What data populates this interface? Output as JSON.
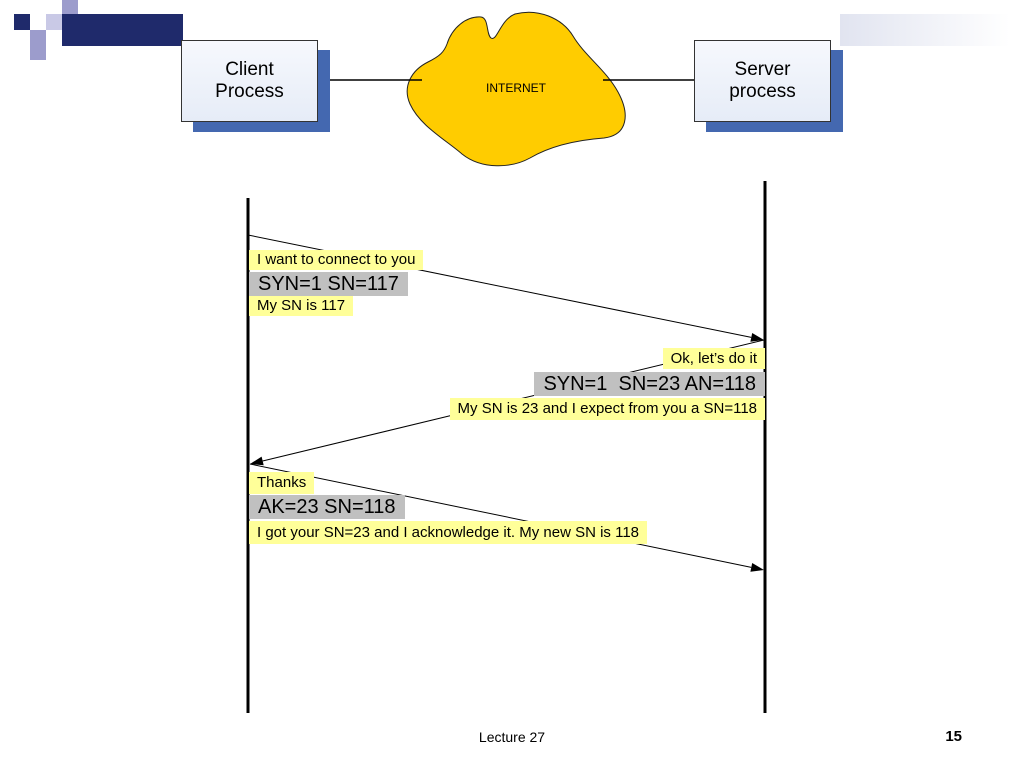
{
  "slide": {
    "footer_text": "Lecture 27",
    "page_number": "15"
  },
  "network": {
    "client": {
      "lines": [
        "Client",
        "Process"
      ]
    },
    "internet_label": "INTERNET",
    "server": {
      "lines": [
        "Server",
        "process"
      ]
    }
  },
  "handshake": {
    "messages": [
      {
        "intent": "I want to connect to you",
        "fields": "SYN=1 SN=117",
        "explanation": "My SN is 117"
      },
      {
        "intent": "Ok, let’s do it",
        "fields": "SYN=1  SN=23 AN=118",
        "explanation": "My SN is 23 and I expect from you a SN=118"
      },
      {
        "intent": "Thanks",
        "fields": "AK=23 SN=118",
        "explanation": "I got your SN=23 and I acknowledge it. My new SN is 118"
      }
    ]
  },
  "colors": {
    "navy": "#1f2a6b",
    "lavender": "#9c9ccc",
    "cloud_fill": "#ffcc00",
    "box_fill": "#e6ecf7",
    "box_shadow": "#4468b0",
    "note_yellow": "#ffff99",
    "field_gray": "#c0c0c0"
  }
}
